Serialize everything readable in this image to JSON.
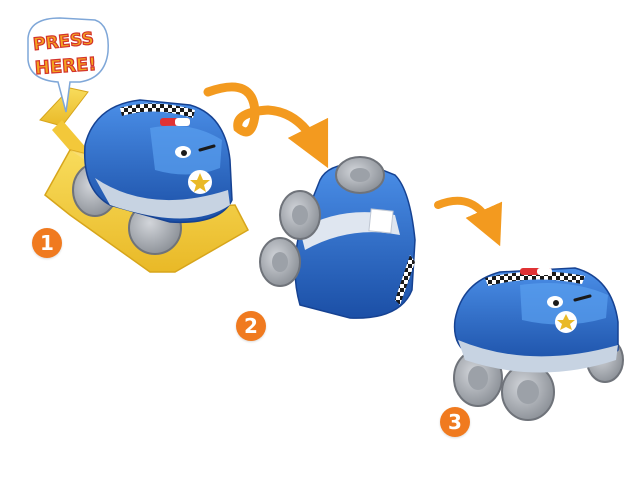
{
  "callout": {
    "line1": "PRESS",
    "line2": "HERE!"
  },
  "steps": [
    {
      "number": "1"
    },
    {
      "number": "2"
    },
    {
      "number": "3"
    }
  ],
  "colors": {
    "accent": "#f07a1f",
    "car_blue": "#2a6fd3",
    "car_blue_dark": "#1b4fa6",
    "ramp_yellow": "#f5cf3b",
    "wheel_gray": "#8f9399",
    "tire_light": "#b7bbc1",
    "callout_text": "#f4a21f",
    "callout_outline": "#d3322b"
  },
  "icons": [
    "curved-arrow-icon",
    "star-badge-icon",
    "siren-icon"
  ]
}
